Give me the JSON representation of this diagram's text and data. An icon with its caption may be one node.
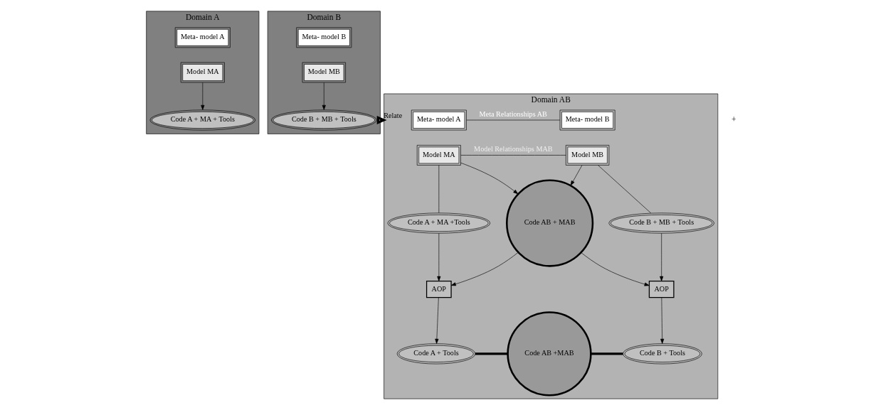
{
  "diagram": {
    "nodes": [
      {
        "text": [
          "Domain A"
        ]
      },
      {
        "text": [
          "Meta- model A"
        ],
        "in": 0
      },
      {
        "text": [
          "Model MA"
        ],
        "in": 0
      },
      {
        "text": [
          "Code A + MA + Tools"
        ],
        "in": 0
      },
      {
        "text": [
          "Domain B"
        ]
      },
      {
        "text": [
          "Meta- model B"
        ],
        "in": 4
      },
      {
        "text": [
          "Model MB"
        ],
        "in": 4
      },
      {
        "text": [
          "Code B + MB + Tools"
        ],
        "in": 4
      },
      {
        "text": [
          "Domain AB"
        ]
      },
      {
        "text": [
          "Meta- model A"
        ],
        "in": 8
      },
      {
        "text": [
          "Meta- model B"
        ],
        "in": 8
      },
      {
        "text": [
          "Model MA"
        ],
        "in": 8
      },
      {
        "text": [
          "Model MB"
        ],
        "in": 8
      },
      {
        "text": [
          "Code A + MA +Tools"
        ],
        "in": 8
      },
      {
        "text": [
          "Code AB + MAB"
        ],
        "in": 8
      },
      {
        "text": [
          "Code B + MB + Tools"
        ],
        "in": 8
      },
      {
        "text": [
          "AOP"
        ],
        "in": 8
      },
      {
        "text": [
          "AOP"
        ],
        "in": 8
      },
      {
        "text": [
          "Code A + Tools"
        ],
        "in": 8
      },
      {
        "text": [
          "Code AB +MAB"
        ],
        "in": 8
      },
      {
        "text": [
          "Code B + Tools"
        ],
        "in": 8
      }
    ],
    "edges": [
      {
        "from": 2,
        "to": 3,
        "arrow": "to"
      },
      {
        "from": 6,
        "to": 7,
        "arrow": "to"
      },
      {
        "from": 4,
        "to": 8,
        "arrow": "to",
        "label": "Relate",
        "style": "thick"
      },
      {
        "from": 9,
        "to": 10,
        "arrow": "none",
        "label": "Meta Relationships AB"
      },
      {
        "from": 11,
        "to": 12,
        "arrow": "none",
        "label": "Model Relationships MAB"
      },
      {
        "from": 11,
        "to": 14,
        "arrow": "to"
      },
      {
        "from": 12,
        "to": 14,
        "arrow": "to"
      },
      {
        "from": 11,
        "to": 13,
        "arrow": "none"
      },
      {
        "from": 12,
        "to": 15,
        "arrow": "none"
      },
      {
        "from": 13,
        "to": 16,
        "arrow": "to"
      },
      {
        "from": 14,
        "to": 16,
        "arrow": "to"
      },
      {
        "from": 14,
        "to": 17,
        "arrow": "to"
      },
      {
        "from": 15,
        "to": 17,
        "arrow": "to"
      },
      {
        "from": 16,
        "to": 18,
        "arrow": "to"
      },
      {
        "from": 17,
        "to": 20,
        "arrow": "to"
      },
      {
        "from": 18,
        "to": 19,
        "arrow": "none",
        "style": "thick"
      },
      {
        "from": 19,
        "to": 20,
        "arrow": "none",
        "style": "thick"
      }
    ],
    "labels": [
      "+"
    ]
  }
}
